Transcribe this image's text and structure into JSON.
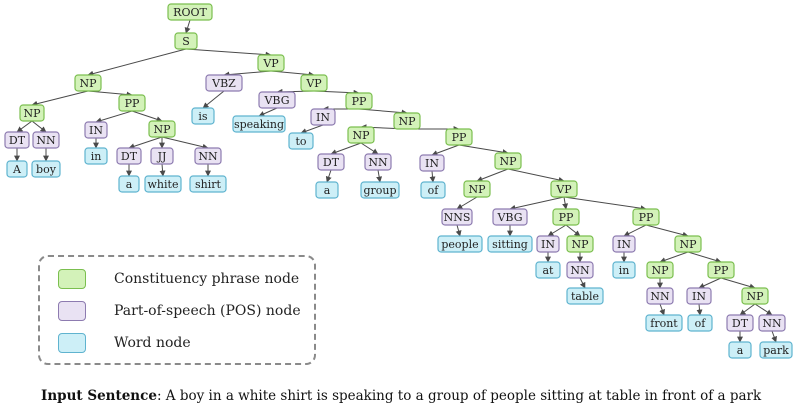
{
  "colors": {
    "phrase_fill": "#d3f2b9",
    "phrase_stroke": "#7bbf4f",
    "pos_fill": "#e9e2f3",
    "pos_stroke": "#8d7bb0",
    "word_fill": "#cdeff7",
    "word_stroke": "#5fb3cf",
    "edge": "#4a4a4a"
  },
  "tree": {
    "nodes": [
      {
        "id": "root",
        "label": "ROOT",
        "type": "phrase"
      },
      {
        "id": "s",
        "label": "S",
        "type": "phrase"
      },
      {
        "id": "np1",
        "label": "NP",
        "type": "phrase"
      },
      {
        "id": "np2",
        "label": "NP",
        "type": "phrase"
      },
      {
        "id": "dt1",
        "label": "DT",
        "type": "pos"
      },
      {
        "id": "w_a1",
        "label": "A",
        "type": "word"
      },
      {
        "id": "nn1",
        "label": "NN",
        "type": "pos"
      },
      {
        "id": "w_boy",
        "label": "boy",
        "type": "word"
      },
      {
        "id": "pp1",
        "label": "PP",
        "type": "phrase"
      },
      {
        "id": "in1",
        "label": "IN",
        "type": "pos"
      },
      {
        "id": "w_in1",
        "label": "in",
        "type": "word"
      },
      {
        "id": "np3",
        "label": "NP",
        "type": "phrase"
      },
      {
        "id": "dt2",
        "label": "DT",
        "type": "pos"
      },
      {
        "id": "w_a2",
        "label": "a",
        "type": "word"
      },
      {
        "id": "jj1",
        "label": "JJ",
        "type": "pos"
      },
      {
        "id": "w_white",
        "label": "white",
        "type": "word"
      },
      {
        "id": "nn2",
        "label": "NN",
        "type": "pos"
      },
      {
        "id": "w_shirt",
        "label": "shirt",
        "type": "word"
      },
      {
        "id": "vp1",
        "label": "VP",
        "type": "phrase"
      },
      {
        "id": "vbz1",
        "label": "VBZ",
        "type": "pos"
      },
      {
        "id": "w_is",
        "label": "is",
        "type": "word"
      },
      {
        "id": "vp2",
        "label": "VP",
        "type": "phrase"
      },
      {
        "id": "vbg1",
        "label": "VBG",
        "type": "pos"
      },
      {
        "id": "w_speaking",
        "label": "speaking",
        "type": "word"
      },
      {
        "id": "pp2",
        "label": "PP",
        "type": "phrase"
      },
      {
        "id": "in2",
        "label": "IN",
        "type": "pos"
      },
      {
        "id": "w_to",
        "label": "to",
        "type": "word"
      },
      {
        "id": "np4",
        "label": "NP",
        "type": "phrase"
      },
      {
        "id": "np5",
        "label": "NP",
        "type": "phrase"
      },
      {
        "id": "dt3",
        "label": "DT",
        "type": "pos"
      },
      {
        "id": "w_a3",
        "label": "a",
        "type": "word"
      },
      {
        "id": "nn3",
        "label": "NN",
        "type": "pos"
      },
      {
        "id": "w_group",
        "label": "group",
        "type": "word"
      },
      {
        "id": "pp3",
        "label": "PP",
        "type": "phrase"
      },
      {
        "id": "in3",
        "label": "IN",
        "type": "pos"
      },
      {
        "id": "w_of1",
        "label": "of",
        "type": "word"
      },
      {
        "id": "np6",
        "label": "NP",
        "type": "phrase"
      },
      {
        "id": "np7",
        "label": "NP",
        "type": "phrase"
      },
      {
        "id": "nns1",
        "label": "NNS",
        "type": "pos"
      },
      {
        "id": "w_people",
        "label": "people",
        "type": "word"
      },
      {
        "id": "vp3",
        "label": "VP",
        "type": "phrase"
      },
      {
        "id": "vbg2",
        "label": "VBG",
        "type": "pos"
      },
      {
        "id": "w_sitting",
        "label": "sitting",
        "type": "word"
      },
      {
        "id": "pp4",
        "label": "PP",
        "type": "phrase"
      },
      {
        "id": "in4",
        "label": "IN",
        "type": "pos"
      },
      {
        "id": "w_at",
        "label": "at",
        "type": "word"
      },
      {
        "id": "np8",
        "label": "NP",
        "type": "phrase"
      },
      {
        "id": "nn4",
        "label": "NN",
        "type": "pos"
      },
      {
        "id": "w_table",
        "label": "table",
        "type": "word"
      },
      {
        "id": "pp5",
        "label": "PP",
        "type": "phrase"
      },
      {
        "id": "in5",
        "label": "IN",
        "type": "pos"
      },
      {
        "id": "w_in2",
        "label": "in",
        "type": "word"
      },
      {
        "id": "np9",
        "label": "NP",
        "type": "phrase"
      },
      {
        "id": "np10",
        "label": "NP",
        "type": "phrase"
      },
      {
        "id": "nn5",
        "label": "NN",
        "type": "pos"
      },
      {
        "id": "w_front",
        "label": "front",
        "type": "word"
      },
      {
        "id": "pp6",
        "label": "PP",
        "type": "phrase"
      },
      {
        "id": "in6",
        "label": "IN",
        "type": "pos"
      },
      {
        "id": "w_of2",
        "label": "of",
        "type": "word"
      },
      {
        "id": "np11",
        "label": "NP",
        "type": "phrase"
      },
      {
        "id": "dt4",
        "label": "DT",
        "type": "pos"
      },
      {
        "id": "w_a4",
        "label": "a",
        "type": "word"
      },
      {
        "id": "nn6",
        "label": "NN",
        "type": "pos"
      },
      {
        "id": "w_park",
        "label": "park",
        "type": "word"
      }
    ],
    "edges": [
      [
        "root",
        "s"
      ],
      [
        "s",
        "np1"
      ],
      [
        "s",
        "vp1"
      ],
      [
        "np1",
        "np2"
      ],
      [
        "np1",
        "pp1"
      ],
      [
        "np2",
        "dt1"
      ],
      [
        "np2",
        "nn1"
      ],
      [
        "dt1",
        "w_a1"
      ],
      [
        "nn1",
        "w_boy"
      ],
      [
        "pp1",
        "in1"
      ],
      [
        "pp1",
        "np3"
      ],
      [
        "in1",
        "w_in1"
      ],
      [
        "np3",
        "dt2"
      ],
      [
        "np3",
        "jj1"
      ],
      [
        "np3",
        "nn2"
      ],
      [
        "dt2",
        "w_a2"
      ],
      [
        "jj1",
        "w_white"
      ],
      [
        "nn2",
        "w_shirt"
      ],
      [
        "vp1",
        "vbz1"
      ],
      [
        "vp1",
        "vp2"
      ],
      [
        "vbz1",
        "w_is"
      ],
      [
        "vp2",
        "vbg1"
      ],
      [
        "vp2",
        "pp2"
      ],
      [
        "vbg1",
        "w_speaking"
      ],
      [
        "pp2",
        "in2"
      ],
      [
        "pp2",
        "np4"
      ],
      [
        "in2",
        "w_to"
      ],
      [
        "np4",
        "np5"
      ],
      [
        "np4",
        "pp3"
      ],
      [
        "np5",
        "dt3"
      ],
      [
        "np5",
        "nn3"
      ],
      [
        "dt3",
        "w_a3"
      ],
      [
        "nn3",
        "w_group"
      ],
      [
        "pp3",
        "in3"
      ],
      [
        "pp3",
        "np6"
      ],
      [
        "in3",
        "w_of1"
      ],
      [
        "np6",
        "np7"
      ],
      [
        "np6",
        "vp3"
      ],
      [
        "np7",
        "nns1"
      ],
      [
        "nns1",
        "w_people"
      ],
      [
        "vp3",
        "vbg2"
      ],
      [
        "vp3",
        "pp4"
      ],
      [
        "vp3",
        "pp5"
      ],
      [
        "vbg2",
        "w_sitting"
      ],
      [
        "pp4",
        "in4"
      ],
      [
        "pp4",
        "np8"
      ],
      [
        "in4",
        "w_at"
      ],
      [
        "np8",
        "nn4"
      ],
      [
        "nn4",
        "w_table"
      ],
      [
        "pp5",
        "in5"
      ],
      [
        "pp5",
        "np9"
      ],
      [
        "in5",
        "w_in2"
      ],
      [
        "np9",
        "np10"
      ],
      [
        "np9",
        "pp6"
      ],
      [
        "np10",
        "nn5"
      ],
      [
        "nn5",
        "w_front"
      ],
      [
        "pp6",
        "in6"
      ],
      [
        "pp6",
        "np11"
      ],
      [
        "in6",
        "w_of2"
      ],
      [
        "np11",
        "dt4"
      ],
      [
        "np11",
        "nn6"
      ],
      [
        "dt4",
        "w_a4"
      ],
      [
        "nn6",
        "w_park"
      ]
    ]
  },
  "legend": {
    "phrase_label": "Constituency phrase node",
    "pos_label": "Part-of-speech (POS) node",
    "word_label": "Word node"
  },
  "caption": {
    "label": "Input Sentence",
    "text": "A boy in a white shirt is speaking to a group of people sitting at table in front of a park"
  }
}
